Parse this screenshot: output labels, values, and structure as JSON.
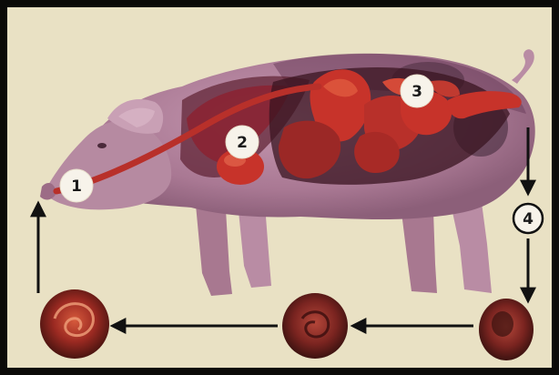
{
  "diagram": {
    "colors": {
      "background": "#e9e1c4",
      "frame": "#0b0a08",
      "pig_body": "#b88aa2",
      "pig_shadow": "#6e3f5c",
      "organ_red": "#c7332a",
      "organ_dark": "#8c1e1e",
      "arrow": "#111111",
      "marker_fill": "#f7f3ea"
    },
    "markers": [
      {
        "id": "1",
        "label": "1",
        "meaning": "mouth"
      },
      {
        "id": "2",
        "label": "2",
        "meaning": "stomach"
      },
      {
        "id": "3",
        "label": "3",
        "meaning": "intestine"
      },
      {
        "id": "4",
        "label": "4",
        "meaning": "excretion"
      }
    ],
    "stages": [
      {
        "name": "egg-stage-1"
      },
      {
        "name": "egg-stage-2"
      },
      {
        "name": "egg-stage-3"
      }
    ]
  }
}
